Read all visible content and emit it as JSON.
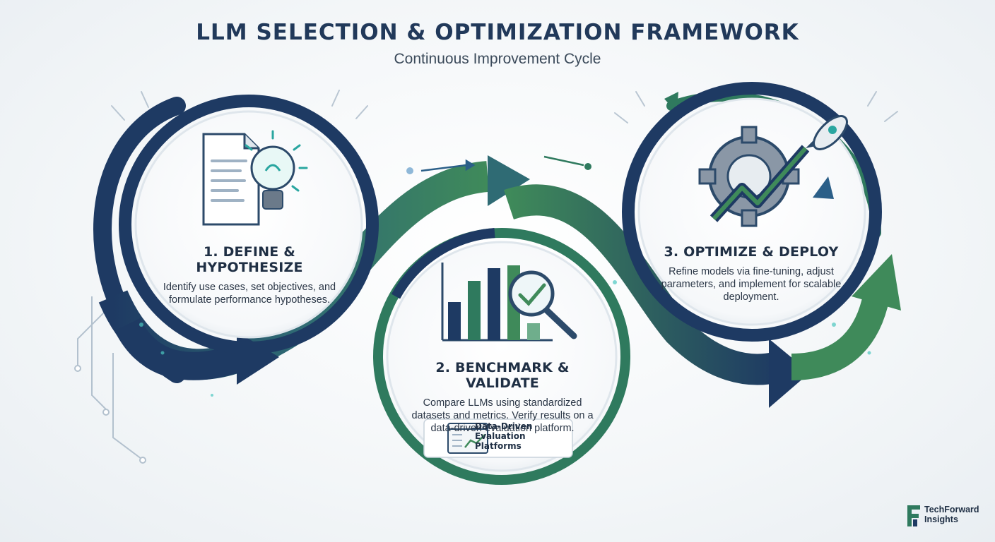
{
  "header": {
    "title": "LLM SELECTION & OPTIMIZATION FRAMEWORK",
    "subtitle": "Continuous Improvement Cycle"
  },
  "steps": [
    {
      "heading": "1. DEFINE & HYPOTHESIZE",
      "description": "Identify use cases, set objectives, and formulate performance hypotheses.",
      "icon": "document-lightbulb-icon"
    },
    {
      "heading": "2. BENCHMARK & VALIDATE",
      "description": "Compare LLMs using standardized datasets and metrics. Verify results on a data-driven evaluation platform.",
      "icon": "bar-chart-magnifier-icon"
    },
    {
      "heading": "3. OPTIMIZE & DEPLOY",
      "description": "Refine models via fine-tuning, adjust parameters, and implement for scalable deployment.",
      "icon": "gear-rocket-icon"
    }
  ],
  "platform_badge": {
    "label": "Data-Driven\nEvaluation\nPlatforms",
    "icon": "dashboard-window-icon"
  },
  "brand": {
    "name": "TechForward\nInsights",
    "icon": "f-logo-icon"
  },
  "colors": {
    "navy": "#1e3a63",
    "green": "#3f8a5a",
    "teal": "#2aa6a0",
    "text": "#1f2f44"
  }
}
